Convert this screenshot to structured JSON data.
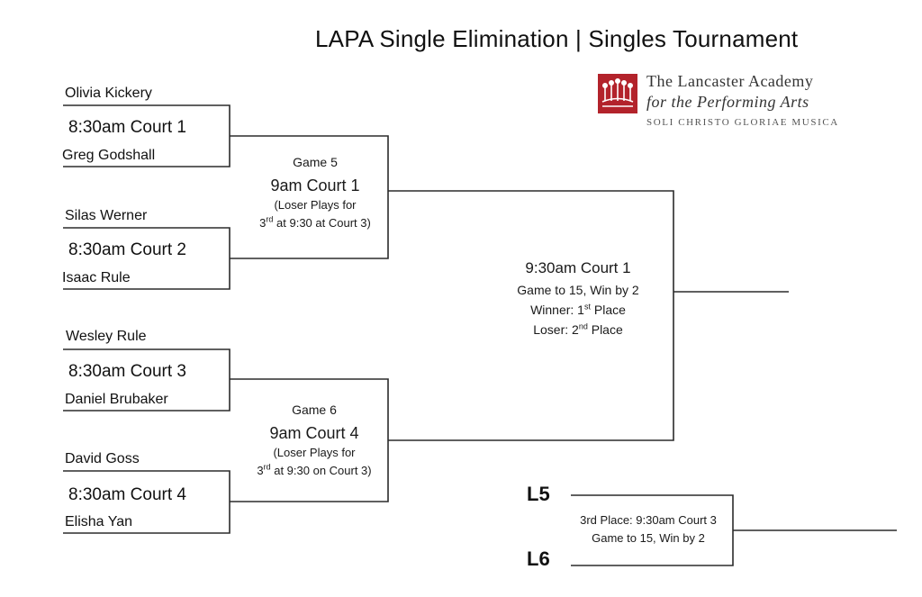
{
  "title": "LAPA Single Elimination | Singles Tournament",
  "logo": {
    "line1": "The Lancaster Academy",
    "line2": "for the Performing Arts",
    "motto": "SOLI CHRISTO GLORIAE MUSICA",
    "mark_color": "#b3232b"
  },
  "round1": [
    {
      "top": "Olivia Kickery",
      "time": "8:30am Court 1",
      "bottom": "Greg Godshall"
    },
    {
      "top": "Silas Werner",
      "time": "8:30am Court 2",
      "bottom": "Isaac Rule"
    },
    {
      "top": "Wesley Rule",
      "time": "8:30am Court 3",
      "bottom": "Daniel Brubaker"
    },
    {
      "top": "David Goss",
      "time": "8:30am Court 4",
      "bottom": "Elisha Yan"
    }
  ],
  "game5": {
    "label": "Game 5",
    "time": "9am Court 1",
    "note1": "(Loser Plays for",
    "note2_sup": "rd",
    "note2_pre": "3",
    "note2_post": " at 9:30 at Court 3)"
  },
  "game6": {
    "label": "Game 6",
    "time": "9am Court 4",
    "note1": "(Loser Plays for",
    "note2_pre": "3",
    "note2_sup": "rd",
    "note2_post": " at 9:30 on Court 3)"
  },
  "final": {
    "time": "9:30am Court 1",
    "rule": "Game to 15, Win by 2",
    "winner_pre": "Winner: 1",
    "winner_sup": "st",
    "winner_post": " Place",
    "loser_pre": "Loser: 2",
    "loser_sup": "nd",
    "loser_post": " Place"
  },
  "third_place": {
    "l5": "L5",
    "l6": "L6",
    "line1": "3rd Place: 9:30am Court 3",
    "line2": "Game to 15, Win by 2"
  }
}
